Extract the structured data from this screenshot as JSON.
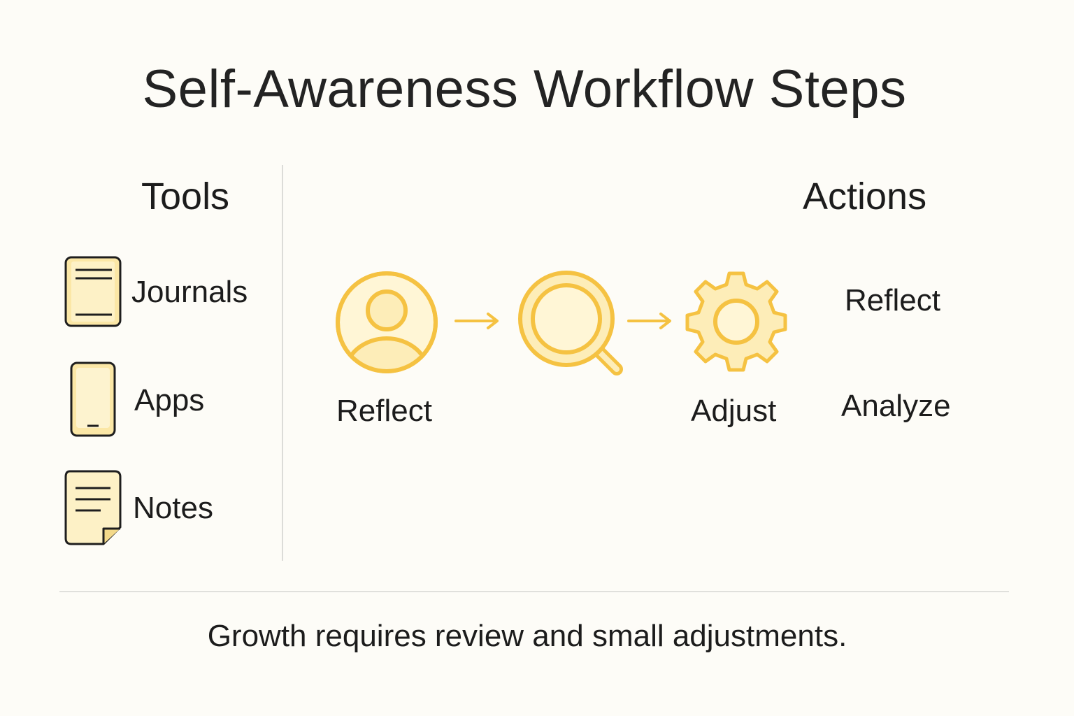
{
  "title": "Self-Awareness Workflow Steps",
  "tools": {
    "heading": "Tools",
    "items": [
      {
        "label": "Journals",
        "icon": "journal-icon"
      },
      {
        "label": "Apps",
        "icon": "phone-icon"
      },
      {
        "label": "Notes",
        "icon": "note-icon"
      }
    ]
  },
  "actions": {
    "heading": "Actions",
    "flow": [
      {
        "label": "Reflect",
        "icon": "person-icon"
      },
      {
        "label": "",
        "icon": "magnifier-icon"
      },
      {
        "label": "Adjust",
        "icon": "gear-icon"
      }
    ],
    "list": [
      "Reflect",
      "Analyze"
    ]
  },
  "footer": "Growth requires review and small adjustments.",
  "colors": {
    "accent": "#f5c242",
    "accent_fill": "#fdedb8",
    "accent_light": "#fff6d6",
    "icon_outline": "#1e1e1e",
    "tool_fill": "#fbe7a6",
    "background": "#fdfcf7"
  }
}
